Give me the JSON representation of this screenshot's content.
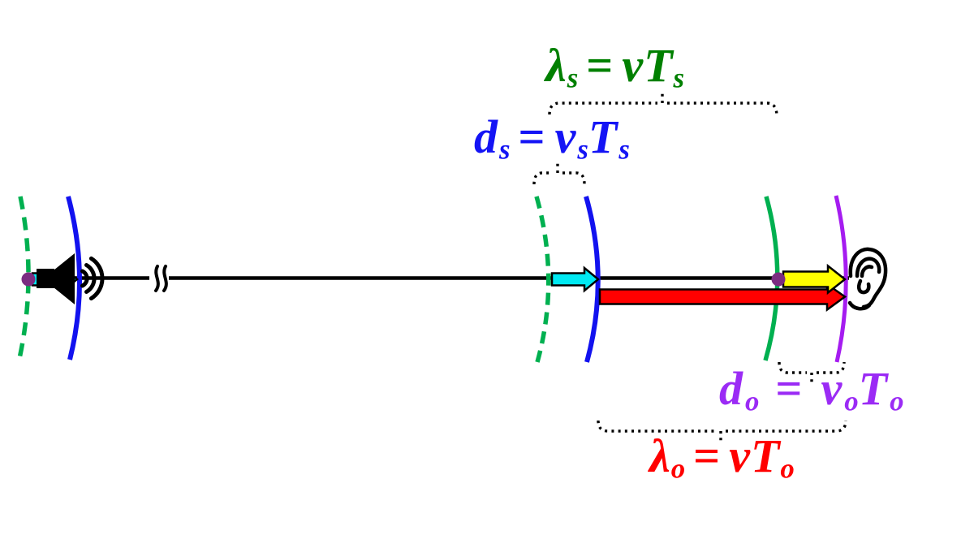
{
  "title": "Doppler effect wavelength and displacement diagram",
  "equations": {
    "lambda_s": {
      "lhs": "λ",
      "lhs_sub": "s",
      "eq": "=",
      "rhs1": "vT",
      "rhs1_sub": "s"
    },
    "d_s": {
      "lhs": "d",
      "lhs_sub": "s",
      "eq": "=",
      "rhs1": "v",
      "rhs1_sub": "s",
      "rhs2": "T",
      "rhs2_sub": "s"
    },
    "d_o": {
      "lhs": "d",
      "lhs_sub": "o",
      "eq": "=",
      "rhs1": "v",
      "rhs1_sub": "o",
      "rhs2": "T",
      "rhs2_sub": "o"
    },
    "lambda_o": {
      "lhs": "λ",
      "lhs_sub": "o",
      "eq": "=",
      "rhs1": "vT",
      "rhs1_sub": "o"
    }
  },
  "icons": {
    "source": "speaker-icon",
    "source_emission": "sound-waves-icon",
    "observer": "ear-icon",
    "axis_break": "line-break-icon"
  },
  "colors": {
    "green_text": "#008000",
    "green_arc": "#00b050",
    "blue_text": "#1414f5",
    "blue_arc": "#1212ef",
    "purple_text": "#9b2bf5",
    "purple_arc": "#a51cf0",
    "red": "#ff0000",
    "cyan": "#00e9f2",
    "yellow": "#ffff00",
    "dot_purple": "#7b2c81",
    "line_black": "#000000"
  }
}
